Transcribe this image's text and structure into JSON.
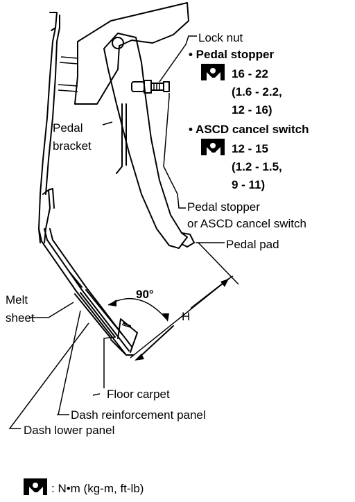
{
  "labels": {
    "lock_nut": "Lock nut",
    "pedal_stopper_title": "• Pedal stopper",
    "pedal_stopper_torque_1": "16 - 22",
    "pedal_stopper_torque_2": "(1.6 - 2.2,",
    "pedal_stopper_torque_3": "12 - 16)",
    "ascd_title": "• ASCD cancel switch",
    "ascd_torque_1": "12 - 15",
    "ascd_torque_2": "(1.2 - 1.5,",
    "ascd_torque_3": "9 - 11)",
    "pedal_bracket_1": "Pedal",
    "pedal_bracket_2": "bracket",
    "pedal_stopper_or_switch_1": "Pedal stopper",
    "pedal_stopper_or_switch_2": "or ASCD cancel switch",
    "pedal_pad": "Pedal pad",
    "melt_sheet_1": "Melt",
    "melt_sheet_2": "sheet",
    "angle": "90°",
    "height": "H",
    "floor_carpet": "Floor carpet",
    "dash_reinforcement_panel": "Dash reinforcement panel",
    "dash_lower_panel": "Dash lower panel",
    "legend_text": ": N•m (kg-m, ft-lb)"
  },
  "icons": {
    "torque_wrench": "torque-wrench-icon"
  }
}
